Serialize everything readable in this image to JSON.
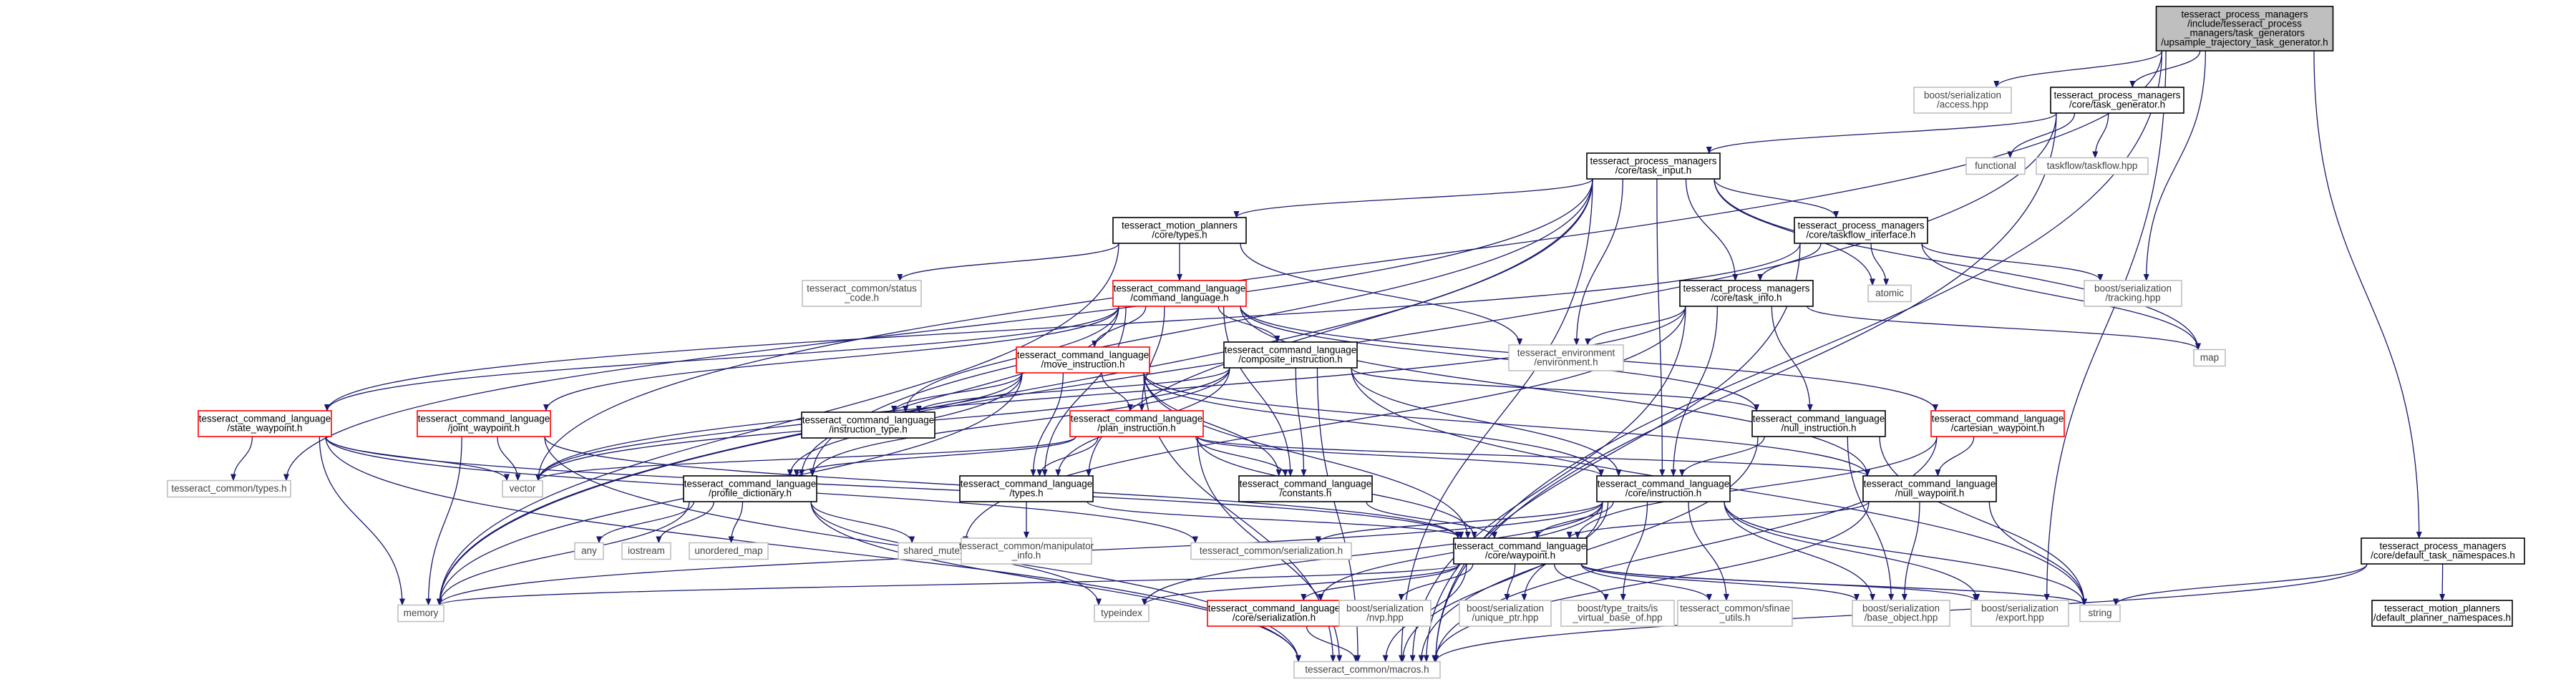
{
  "nodes": [
    {
      "id": "root",
      "lines": [
        "tesseract_process_managers",
        "/include/tesseract_process",
        "_managers/task_generators",
        "/upsample_trajectory_task_generator.h"
      ],
      "style": "root"
    },
    {
      "id": "bs_access",
      "lines": [
        "boost/serialization",
        "/access.hpp"
      ],
      "style": "gray"
    },
    {
      "id": "task_gen",
      "lines": [
        "tesseract_process_managers",
        "/core/task_generator.h"
      ],
      "style": "normal"
    },
    {
      "id": "functional",
      "lines": [
        "functional"
      ],
      "style": "gray"
    },
    {
      "id": "taskflow",
      "lines": [
        "taskflow/taskflow.hpp"
      ],
      "style": "gray"
    },
    {
      "id": "task_input",
      "lines": [
        "tesseract_process_managers",
        "/core/task_input.h"
      ],
      "style": "normal"
    },
    {
      "id": "mp_types",
      "lines": [
        "tesseract_motion_planners",
        "/core/types.h"
      ],
      "style": "normal"
    },
    {
      "id": "tf_iface",
      "lines": [
        "tesseract_process_managers",
        "/core/taskflow_interface.h"
      ],
      "style": "normal"
    },
    {
      "id": "status_code",
      "lines": [
        "tesseract_common/status",
        "_code.h"
      ],
      "style": "gray"
    },
    {
      "id": "cmd_lang",
      "lines": [
        "tesseract_command_language",
        "/command_language.h"
      ],
      "style": "red"
    },
    {
      "id": "atomic",
      "lines": [
        "atomic"
      ],
      "style": "gray"
    },
    {
      "id": "bs_tracking",
      "lines": [
        "boost/serialization",
        "/tracking.hpp"
      ],
      "style": "gray"
    },
    {
      "id": "task_info",
      "lines": [
        "tesseract_process_managers",
        "/core/task_info.h"
      ],
      "style": "normal"
    },
    {
      "id": "move_instr",
      "lines": [
        "tesseract_command_language",
        "/move_instruction.h"
      ],
      "style": "red"
    },
    {
      "id": "composite",
      "lines": [
        "tesseract_command_language",
        "/composite_instruction.h"
      ],
      "style": "normal"
    },
    {
      "id": "env",
      "lines": [
        "tesseract_environment",
        "/environment.h"
      ],
      "style": "gray"
    },
    {
      "id": "map",
      "lines": [
        "map"
      ],
      "style": "gray"
    },
    {
      "id": "state_wp",
      "lines": [
        "tesseract_command_language",
        "/state_waypoint.h"
      ],
      "style": "red"
    },
    {
      "id": "joint_wp",
      "lines": [
        "tesseract_command_language",
        "/joint_waypoint.h"
      ],
      "style": "red"
    },
    {
      "id": "instr_type",
      "lines": [
        "tesseract_command_language",
        "/instruction_type.h"
      ],
      "style": "normal"
    },
    {
      "id": "plan_instr",
      "lines": [
        "tesseract_command_language",
        "/plan_instruction.h"
      ],
      "style": "red"
    },
    {
      "id": "null_instr",
      "lines": [
        "tesseract_command_language",
        "/null_instruction.h"
      ],
      "style": "normal"
    },
    {
      "id": "cart_wp",
      "lines": [
        "tesseract_command_language",
        "/cartesian_waypoint.h"
      ],
      "style": "red"
    },
    {
      "id": "common_types",
      "lines": [
        "tesseract_common/types.h"
      ],
      "style": "gray"
    },
    {
      "id": "vector",
      "lines": [
        "vector"
      ],
      "style": "gray"
    },
    {
      "id": "profile_dict",
      "lines": [
        "tesseract_command_language",
        "/profile_dictionary.h"
      ],
      "style": "normal"
    },
    {
      "id": "cl_types",
      "lines": [
        "tesseract_command_language",
        "/types.h"
      ],
      "style": "normal"
    },
    {
      "id": "constants",
      "lines": [
        "tesseract_command_language",
        "/constants.h"
      ],
      "style": "normal"
    },
    {
      "id": "core_instr",
      "lines": [
        "tesseract_command_language",
        "/core/instruction.h"
      ],
      "style": "normal"
    },
    {
      "id": "null_wp",
      "lines": [
        "tesseract_command_language",
        "/null_waypoint.h"
      ],
      "style": "normal"
    },
    {
      "id": "any",
      "lines": [
        "any"
      ],
      "style": "gray"
    },
    {
      "id": "iostream",
      "lines": [
        "iostream"
      ],
      "style": "gray"
    },
    {
      "id": "unordered_map",
      "lines": [
        "unordered_map"
      ],
      "style": "gray"
    },
    {
      "id": "shared_mutex",
      "lines": [
        "shared_mutex"
      ],
      "style": "gray"
    },
    {
      "id": "manip_info",
      "lines": [
        "tesseract_common/manipulator",
        "_info.h"
      ],
      "style": "gray"
    },
    {
      "id": "common_ser",
      "lines": [
        "tesseract_common/serialization.h"
      ],
      "style": "gray"
    },
    {
      "id": "core_wp",
      "lines": [
        "tesseract_command_language",
        "/core/waypoint.h"
      ],
      "style": "normal"
    },
    {
      "id": "def_ns",
      "lines": [
        "tesseract_process_managers",
        "/core/default_task_namespaces.h"
      ],
      "style": "normal"
    },
    {
      "id": "memory",
      "lines": [
        "memory"
      ],
      "style": "gray"
    },
    {
      "id": "typeindex",
      "lines": [
        "typeindex"
      ],
      "style": "gray"
    },
    {
      "id": "core_ser",
      "lines": [
        "tesseract_command_language",
        "/core/serialization.h"
      ],
      "style": "red"
    },
    {
      "id": "bs_nvp",
      "lines": [
        "boost/serialization",
        "/nvp.hpp"
      ],
      "style": "gray"
    },
    {
      "id": "bs_unique",
      "lines": [
        "boost/serialization",
        "/unique_ptr.hpp"
      ],
      "style": "gray"
    },
    {
      "id": "bt_virtual",
      "lines": [
        "boost/type_traits/is",
        "_virtual_base_of.hpp"
      ],
      "style": "gray"
    },
    {
      "id": "sfinae",
      "lines": [
        "tesseract_common/sfinae",
        "_utils.h"
      ],
      "style": "gray"
    },
    {
      "id": "bs_base",
      "lines": [
        "boost/serialization",
        "/base_object.hpp"
      ],
      "style": "gray"
    },
    {
      "id": "bs_export",
      "lines": [
        "boost/serialization",
        "/export.hpp"
      ],
      "style": "gray"
    },
    {
      "id": "string",
      "lines": [
        "string"
      ],
      "style": "gray"
    },
    {
      "id": "dp_ns",
      "lines": [
        "tesseract_motion_planners",
        "/default_planner_namespaces.h"
      ],
      "style": "normal"
    },
    {
      "id": "macros",
      "lines": [
        "tesseract_common/macros.h"
      ],
      "style": "gray"
    }
  ],
  "edges": [
    [
      "root",
      "bs_access"
    ],
    [
      "root",
      "task_gen"
    ],
    [
      "root",
      "vector"
    ],
    [
      "root",
      "bs_tracking"
    ],
    [
      "root",
      "bs_export"
    ],
    [
      "root",
      "macros"
    ],
    [
      "root",
      "def_ns"
    ],
    [
      "task_gen",
      "functional"
    ],
    [
      "task_gen",
      "taskflow"
    ],
    [
      "task_gen",
      "task_input"
    ],
    [
      "task_gen",
      "memory"
    ],
    [
      "task_gen",
      "macros"
    ],
    [
      "task_input",
      "mp_types"
    ],
    [
      "task_input",
      "tf_iface"
    ],
    [
      "task_input",
      "atomic"
    ],
    [
      "task_input",
      "map"
    ],
    [
      "task_input",
      "task_info"
    ],
    [
      "task_input",
      "env"
    ],
    [
      "task_input",
      "core_instr"
    ],
    [
      "task_input",
      "profile_dict"
    ],
    [
      "task_input",
      "cl_types"
    ],
    [
      "task_input",
      "memory"
    ],
    [
      "task_input",
      "macros"
    ],
    [
      "task_input",
      "common_types"
    ],
    [
      "mp_types",
      "status_code"
    ],
    [
      "mp_types",
      "cmd_lang"
    ],
    [
      "mp_types",
      "env"
    ],
    [
      "mp_types",
      "memory"
    ],
    [
      "tf_iface",
      "task_info"
    ],
    [
      "tf_iface",
      "atomic"
    ],
    [
      "tf_iface",
      "map"
    ],
    [
      "tf_iface",
      "bs_tracking"
    ],
    [
      "tf_iface",
      "macros"
    ],
    [
      "tf_iface",
      "state_wp"
    ],
    [
      "cmd_lang",
      "move_instr"
    ],
    [
      "cmd_lang",
      "composite"
    ],
    [
      "cmd_lang",
      "plan_instr"
    ],
    [
      "cmd_lang",
      "state_wp"
    ],
    [
      "cmd_lang",
      "joint_wp"
    ],
    [
      "cmd_lang",
      "instr_type"
    ],
    [
      "cmd_lang",
      "null_instr"
    ],
    [
      "cmd_lang",
      "cart_wp"
    ],
    [
      "cmd_lang",
      "constants"
    ],
    [
      "cmd_lang",
      "null_wp"
    ],
    [
      "cmd_lang",
      "cl_types"
    ],
    [
      "cmd_lang",
      "profile_dict"
    ],
    [
      "task_info",
      "env"
    ],
    [
      "task_info",
      "map"
    ],
    [
      "task_info",
      "null_instr"
    ],
    [
      "task_info",
      "core_instr"
    ],
    [
      "task_info",
      "macros"
    ],
    [
      "task_info",
      "shared_mutex"
    ],
    [
      "task_info",
      "vector"
    ],
    [
      "move_instr",
      "plan_instr"
    ],
    [
      "move_instr",
      "instr_type"
    ],
    [
      "move_instr",
      "cl_types"
    ],
    [
      "move_instr",
      "constants"
    ],
    [
      "move_instr",
      "core_wp"
    ],
    [
      "move_instr",
      "core_instr"
    ],
    [
      "move_instr",
      "null_wp"
    ],
    [
      "move_instr",
      "vector"
    ],
    [
      "move_instr",
      "memory"
    ],
    [
      "move_instr",
      "macros"
    ],
    [
      "move_instr",
      "profile_dict"
    ],
    [
      "composite",
      "instr_type"
    ],
    [
      "composite",
      "constants"
    ],
    [
      "composite",
      "cl_types"
    ],
    [
      "composite",
      "core_instr"
    ],
    [
      "composite",
      "null_instr"
    ],
    [
      "composite",
      "vector"
    ],
    [
      "composite",
      "macros"
    ],
    [
      "composite",
      "profile_dict"
    ],
    [
      "composite",
      "string"
    ],
    [
      "state_wp",
      "vector"
    ],
    [
      "state_wp",
      "common_types"
    ],
    [
      "state_wp",
      "memory"
    ],
    [
      "state_wp",
      "macros"
    ],
    [
      "state_wp",
      "core_wp"
    ],
    [
      "state_wp",
      "common_ser"
    ],
    [
      "joint_wp",
      "vector"
    ],
    [
      "joint_wp",
      "memory"
    ],
    [
      "joint_wp",
      "macros"
    ],
    [
      "joint_wp",
      "core_wp"
    ],
    [
      "plan_instr",
      "cl_types"
    ],
    [
      "plan_instr",
      "constants"
    ],
    [
      "plan_instr",
      "core_instr"
    ],
    [
      "plan_instr",
      "core_wp"
    ],
    [
      "plan_instr",
      "null_wp"
    ],
    [
      "plan_instr",
      "vector"
    ],
    [
      "plan_instr",
      "profile_dict"
    ],
    [
      "plan_instr",
      "macros"
    ],
    [
      "null_instr",
      "core_instr"
    ],
    [
      "null_instr",
      "string"
    ],
    [
      "null_instr",
      "bs_base"
    ],
    [
      "null_instr",
      "macros"
    ],
    [
      "cart_wp",
      "core_wp"
    ],
    [
      "cart_wp",
      "null_wp"
    ],
    [
      "cart_wp",
      "macros"
    ],
    [
      "profile_dict",
      "any"
    ],
    [
      "profile_dict",
      "iostream"
    ],
    [
      "profile_dict",
      "unordered_map"
    ],
    [
      "profile_dict",
      "shared_mutex"
    ],
    [
      "profile_dict",
      "memory"
    ],
    [
      "profile_dict",
      "typeindex"
    ],
    [
      "profile_dict",
      "macros"
    ],
    [
      "cl_types",
      "manip_info"
    ],
    [
      "cl_types",
      "core_wp"
    ],
    [
      "constants",
      "core_wp"
    ],
    [
      "core_instr",
      "core_wp"
    ],
    [
      "core_instr",
      "common_ser"
    ],
    [
      "core_instr",
      "typeindex"
    ],
    [
      "core_instr",
      "core_ser"
    ],
    [
      "core_instr",
      "bs_unique"
    ],
    [
      "core_instr",
      "bt_virtual"
    ],
    [
      "core_instr",
      "sfinae"
    ],
    [
      "core_instr",
      "bs_base"
    ],
    [
      "core_instr",
      "bs_export"
    ],
    [
      "core_instr",
      "string"
    ],
    [
      "core_instr",
      "macros"
    ],
    [
      "core_instr",
      "memory"
    ],
    [
      "null_wp",
      "core_wp"
    ],
    [
      "null_wp",
      "bs_base"
    ],
    [
      "null_wp",
      "string"
    ],
    [
      "null_wp",
      "macros"
    ],
    [
      "core_wp",
      "memory"
    ],
    [
      "core_wp",
      "typeindex"
    ],
    [
      "core_wp",
      "core_ser"
    ],
    [
      "core_wp",
      "bs_nvp"
    ],
    [
      "core_wp",
      "bs_unique"
    ],
    [
      "core_wp",
      "bt_virtual"
    ],
    [
      "core_wp",
      "sfinae"
    ],
    [
      "core_wp",
      "bs_base"
    ],
    [
      "core_wp",
      "bs_export"
    ],
    [
      "core_wp",
      "string"
    ],
    [
      "core_wp",
      "macros"
    ],
    [
      "core_ser",
      "macros"
    ],
    [
      "def_ns",
      "string"
    ],
    [
      "def_ns",
      "dp_ns"
    ],
    [
      "def_ns",
      "macros"
    ]
  ]
}
